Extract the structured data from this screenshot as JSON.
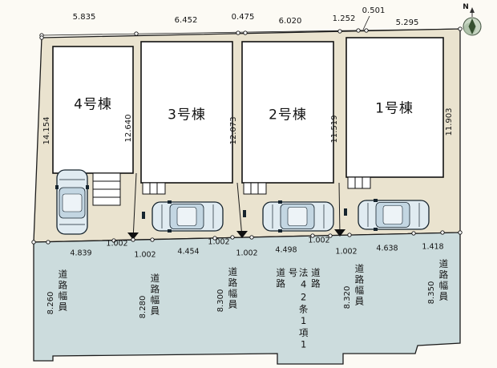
{
  "plan": {
    "compass_label": "N",
    "dims_top": [
      "5.835",
      "6.452",
      "0.475",
      "6.020",
      "1.252",
      "0.501",
      "5.295"
    ],
    "dim_left": "14.154",
    "buildings": [
      {
        "label": "4号棟",
        "side_dim": "12.640"
      },
      {
        "label": "3号棟",
        "side_dim": "12.073"
      },
      {
        "label": "2号棟",
        "side_dim": "11.519"
      },
      {
        "label": "1号棟",
        "side_dim": "11.903"
      }
    ],
    "dims_bottom": [
      "4.839",
      "1.002",
      "1.002",
      "4.454",
      "1.002",
      "1.002",
      "4.498",
      "1.002",
      "1.002",
      "4.638",
      "1.418"
    ],
    "road_width_labels": [
      {
        "title": "道路幅員",
        "value": "8.260"
      },
      {
        "title": "道路幅員",
        "value": "8.280"
      },
      {
        "title": "道路幅員",
        "value": "8.300"
      },
      {
        "title": "道路幅員",
        "value": "8.320"
      },
      {
        "title": "道路幅員",
        "value": "8.350"
      }
    ],
    "road_type_lines": [
      "道路",
      "法42条1項1号",
      "道路"
    ],
    "colors": {
      "lot_fill": "#eae3cf",
      "road_fill": "#ccdcdd",
      "building_fill": "#ffffff",
      "line": "#1c1c1c"
    }
  }
}
